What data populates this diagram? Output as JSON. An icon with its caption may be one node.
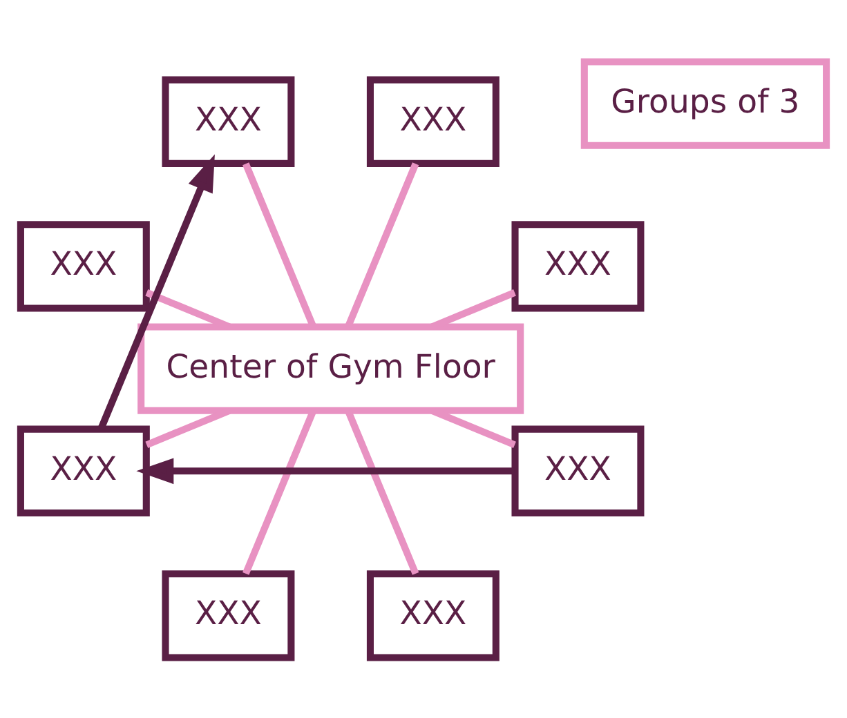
{
  "diagram": {
    "nodes": [
      {
        "text": [
          "Center of Gym Floor"
        ]
      },
      {
        "text": [
          "XXX"
        ]
      },
      {
        "text": [
          "XXX"
        ]
      },
      {
        "text": [
          "XXX"
        ]
      },
      {
        "text": [
          "Groups of 3"
        ]
      },
      {
        "text": [
          "XXX"
        ]
      },
      {
        "text": [
          "XXX"
        ]
      },
      {
        "text": [
          "XXX"
        ]
      },
      {
        "text": [
          "XXX"
        ]
      },
      {
        "text": [
          "XXX"
        ]
      }
    ],
    "edges": [
      {
        "from": 0,
        "to": 1,
        "arrow": "none"
      },
      {
        "from": 0,
        "to": 3,
        "arrow": "none"
      },
      {
        "from": 0,
        "to": 6,
        "arrow": "none"
      },
      {
        "from": 0,
        "to": 9,
        "arrow": "none"
      },
      {
        "from": 0,
        "to": 8,
        "arrow": "none"
      },
      {
        "from": 0,
        "to": 7,
        "arrow": "none"
      },
      {
        "from": 0,
        "to": 5,
        "arrow": "none"
      },
      {
        "from": 0,
        "to": 2,
        "arrow": "none"
      },
      {
        "from": 9,
        "to": 6,
        "arrow": "to",
        "color": "#5a1f45"
      },
      {
        "from": 6,
        "to": 3,
        "arrow": "to",
        "color": "#5a1f45"
      }
    ]
  }
}
